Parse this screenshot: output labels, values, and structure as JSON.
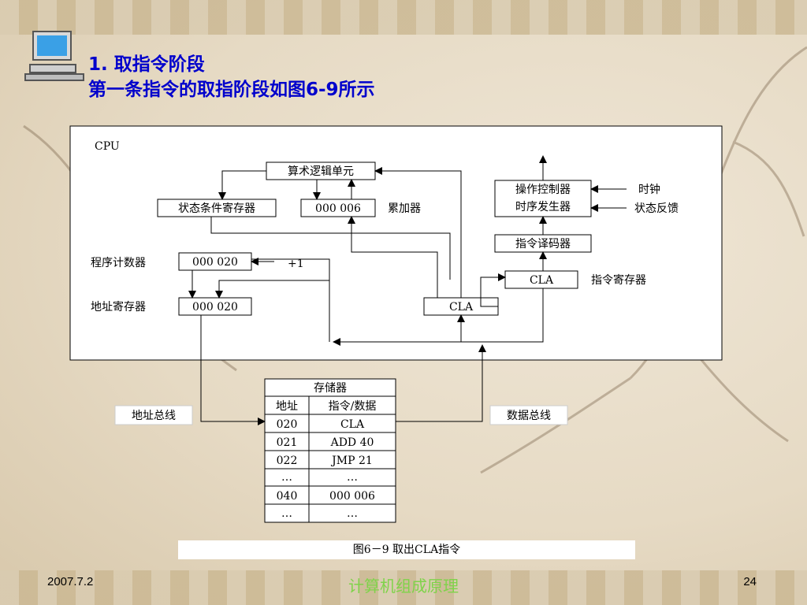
{
  "slide": {
    "title_line1": "1.  取指令阶段",
    "title_line2": "第一条指令的取指阶段如图6-9所示",
    "footer_date": "2007.7.2",
    "footer_title": "计算机组成原理",
    "page_number": "24"
  },
  "diagram": {
    "cpu_label": "CPU",
    "alu": "算术逻辑单元",
    "status_reg": "状态条件寄存器",
    "accumulator_value": "000   006",
    "accumulator_label": "累加器",
    "controller_line1": "操作控制器",
    "controller_line2": "时序发生器",
    "clock": "时钟",
    "status_feedback": "状态反馈",
    "decoder": "指令译码器",
    "ir_value": "CLA",
    "ir_label": "指令寄存器",
    "pc_label": "程序计数器",
    "pc_value": "000  020",
    "plus_one": "+1",
    "ar_label": "地址寄存器",
    "ar_value": "000  020",
    "buffer_value": "CLA",
    "address_bus": "地址总线",
    "data_bus": "数据总线",
    "memory": {
      "title": "存储器",
      "headers": [
        "地址",
        "指令/数据"
      ],
      "rows": [
        [
          "020",
          "CLA"
        ],
        [
          "021",
          "ADD    40"
        ],
        [
          "022",
          "JMP    21"
        ],
        [
          "…",
          "…"
        ],
        [
          "040",
          "000    006"
        ],
        [
          "…",
          "…"
        ]
      ]
    },
    "caption": "图6－9      取出CLA指令"
  }
}
